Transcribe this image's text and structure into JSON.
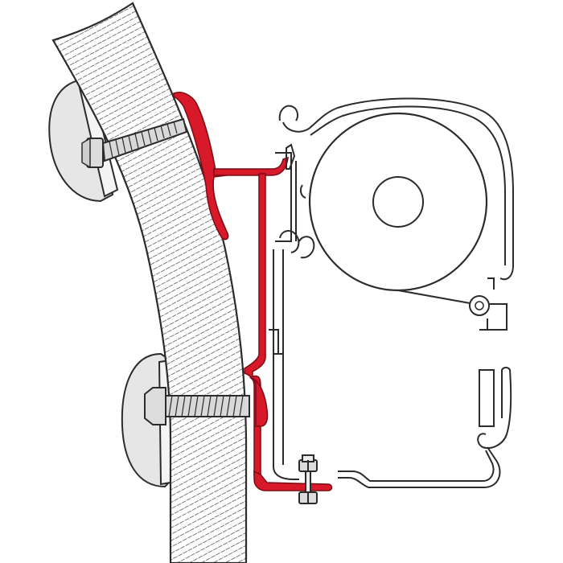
{
  "diagram": {
    "colors": {
      "background": "#ffffff",
      "outline": "#2b2b2b",
      "bracket": "#d7192a",
      "wall_hatch": "#333333",
      "mount_pad": "#e6e6e6",
      "roller_fill": "#ffffff"
    },
    "parts": [
      "curved-vehicle-wall",
      "upper-mounting-pad",
      "lower-mounting-pad",
      "upper-bolt",
      "lower-bolt",
      "red-adapter-bracket",
      "awning-cassette",
      "awning-roller",
      "hex-nut-fastener"
    ]
  }
}
